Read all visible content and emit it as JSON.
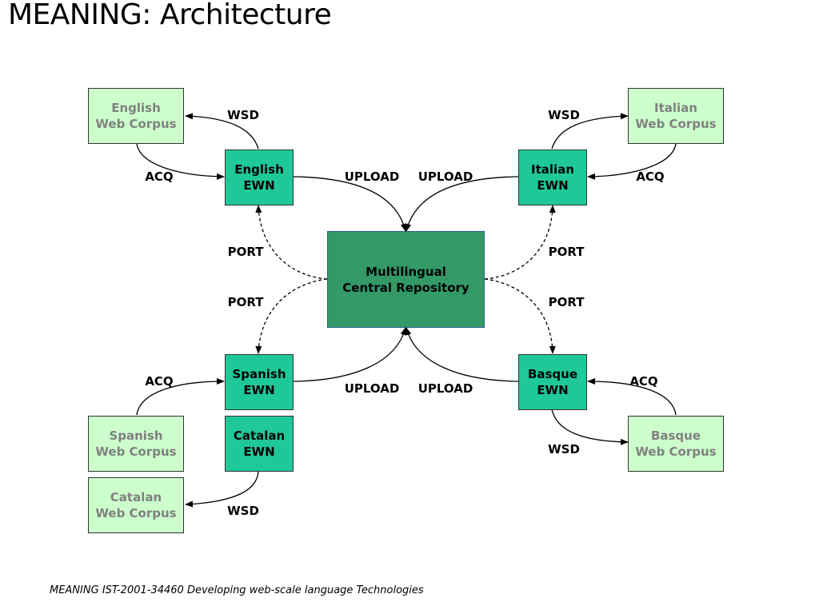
{
  "title": "MEANING: Architecture",
  "footer": "MEANING IST-2001-34460 Developing web-scale language Technologies",
  "central": {
    "line1": "Multilingual",
    "line2": "Central Repository"
  },
  "ewn": {
    "english": {
      "line1": "English",
      "line2": "EWN"
    },
    "italian": {
      "line1": "Italian",
      "line2": "EWN"
    },
    "spanish": {
      "line1": "Spanish",
      "line2": "EWN"
    },
    "catalan": {
      "line1": "Catalan",
      "line2": "EWN"
    },
    "basque": {
      "line1": "Basque",
      "line2": "EWN"
    }
  },
  "corpus": {
    "english": {
      "line1": "English",
      "line2": "Web Corpus"
    },
    "italian": {
      "line1": "Italian",
      "line2": "Web Corpus"
    },
    "spanish": {
      "line1": "Spanish",
      "line2": "Web Corpus"
    },
    "catalan": {
      "line1": "Catalan",
      "line2": "Web Corpus"
    },
    "basque": {
      "line1": "Basque",
      "line2": "Web Corpus"
    }
  },
  "labels": {
    "wsd": "WSD",
    "acq": "ACQ",
    "upload": "UPLOAD",
    "port": "PORT"
  },
  "colors": {
    "corpus_fill": "#ccffcc",
    "corpus_text": "#808080",
    "ewn_fill": "#1fc898",
    "central_fill": "#339966"
  }
}
